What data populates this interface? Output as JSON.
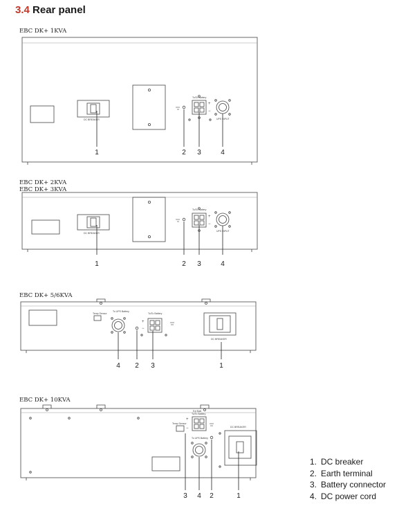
{
  "section": {
    "number": "3.4",
    "title": "Rear panel"
  },
  "models": {
    "p1": [
      "EBC DK+ 1KVA"
    ],
    "p2": [
      "EBC DK+ 2KVA",
      "EBC DK+ 3KVA"
    ],
    "p3": [
      "EBC DK+ 5/6KVA"
    ],
    "p4": [
      "EBC DK+ 10KVA"
    ]
  },
  "callouts": {
    "p1": [
      "1",
      "2",
      "3",
      "4"
    ],
    "p2": [
      "1",
      "2",
      "3",
      "4"
    ],
    "p3": [
      "4",
      "2",
      "3",
      "1"
    ],
    "p4": [
      "3",
      "4",
      "2",
      "1"
    ]
  },
  "panel_labels": {
    "dc_breaker": "DC BREAKER",
    "to_battery": "To/To Battery",
    "ups_input": "UPS INPUT",
    "to_ups_battery": "To UPS Battery",
    "temp_sensor": "Temp Sensor",
    "ext_batt": "Ext Batt",
    "plus": "+",
    "minus": "−"
  },
  "legend": [
    {
      "num": "1.",
      "label": "DC breaker"
    },
    {
      "num": "2.",
      "label": "Earth terminal"
    },
    {
      "num": "3.",
      "label": "Battery connector"
    },
    {
      "num": "4.",
      "label": "DC power cord"
    }
  ]
}
